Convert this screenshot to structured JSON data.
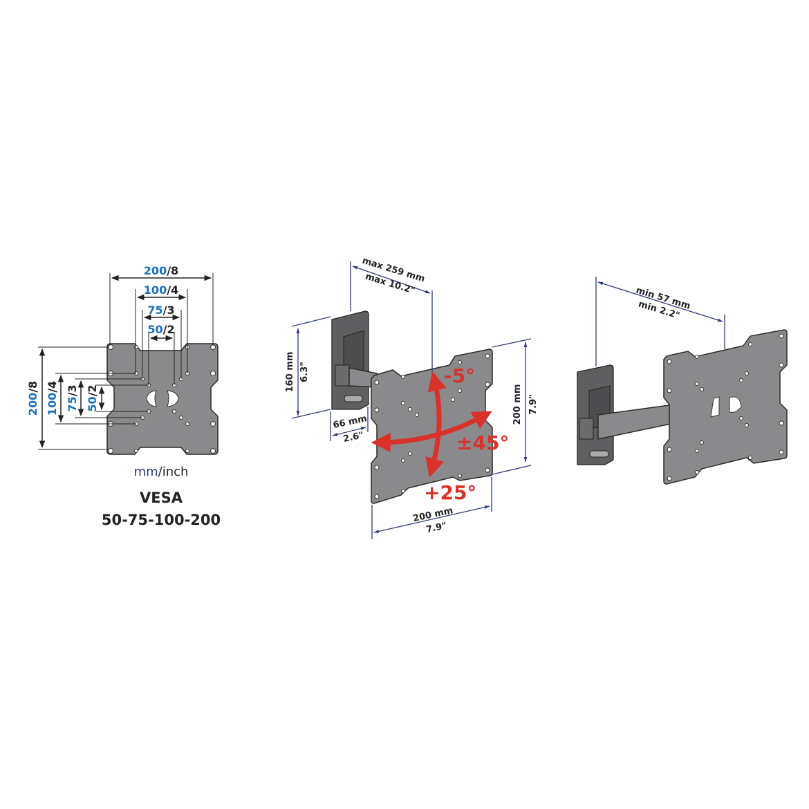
{
  "vesa_panel": {
    "width_labels": [
      {
        "mm": "200",
        "inch": "/8"
      },
      {
        "mm": "100",
        "inch": "/4"
      },
      {
        "mm": "75",
        "inch": "/3"
      },
      {
        "mm": "50",
        "inch": "/2"
      }
    ],
    "units_mm": "mm",
    "units_inch": "/inch",
    "title": "VESA",
    "sizes": "50-75-100-200"
  },
  "side_view": {
    "max_reach_mm": "max 259 mm",
    "max_reach_in": "max 10.2\"",
    "height_mm": "160 mm",
    "height_in": "6.3\"",
    "depth_mm": "66 mm",
    "depth_in": "2.6\"",
    "plate_h_mm": "200 mm",
    "plate_h_in": "7.9\"",
    "plate_w_mm": "200 mm",
    "plate_w_in": "7.9\"",
    "tilt_up": "-5°",
    "tilt_down": "+25°",
    "swivel": "±45°"
  },
  "folded_view": {
    "min_mm": "min 57 mm",
    "min_in": "min 2.2\""
  },
  "colors": {
    "blue": "#1f6fb5",
    "red": "#d9322b",
    "navy": "#2b3a7a"
  }
}
